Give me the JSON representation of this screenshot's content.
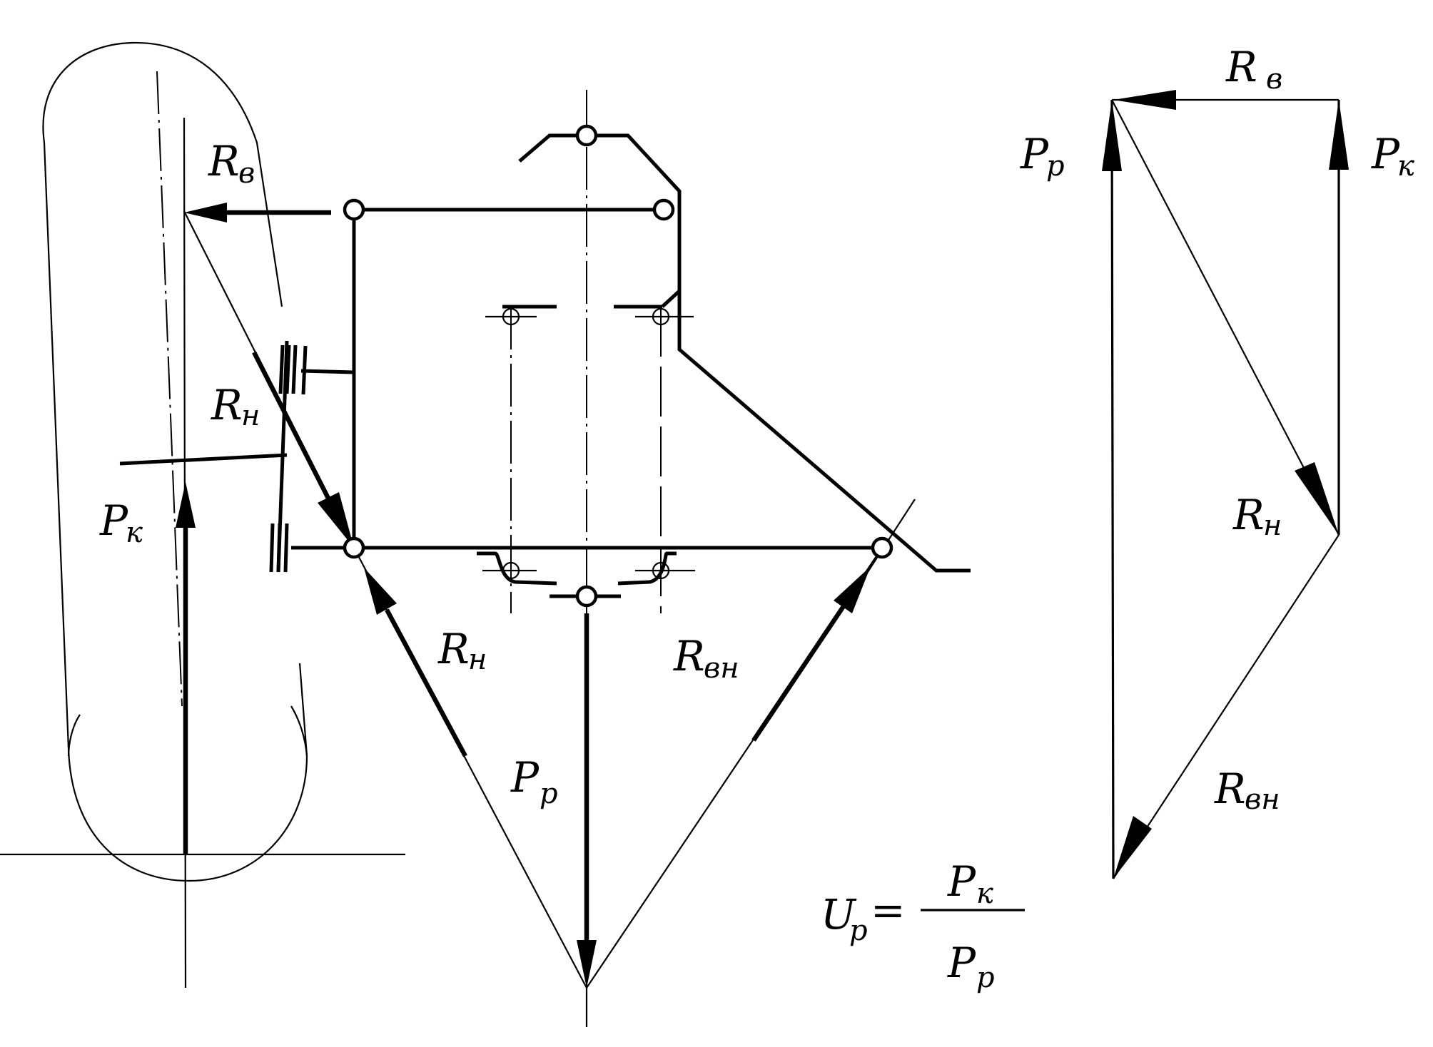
{
  "labels": {
    "rv": "R",
    "rv_sub": "в",
    "rn": "R",
    "rn_sub": "н",
    "pk": "P",
    "pk_sub": "к",
    "pp": "P",
    "pp_sub": "р",
    "rvn": "R",
    "rvn_sub": "вн"
  },
  "formula": {
    "lhs": "U",
    "lhs_sub": "р",
    "eq": "=",
    "num": "P",
    "num_sub": "к",
    "den": "P",
    "den_sub": "р"
  },
  "colors": {
    "ink": "#000000",
    "paper": "#ffffff"
  }
}
